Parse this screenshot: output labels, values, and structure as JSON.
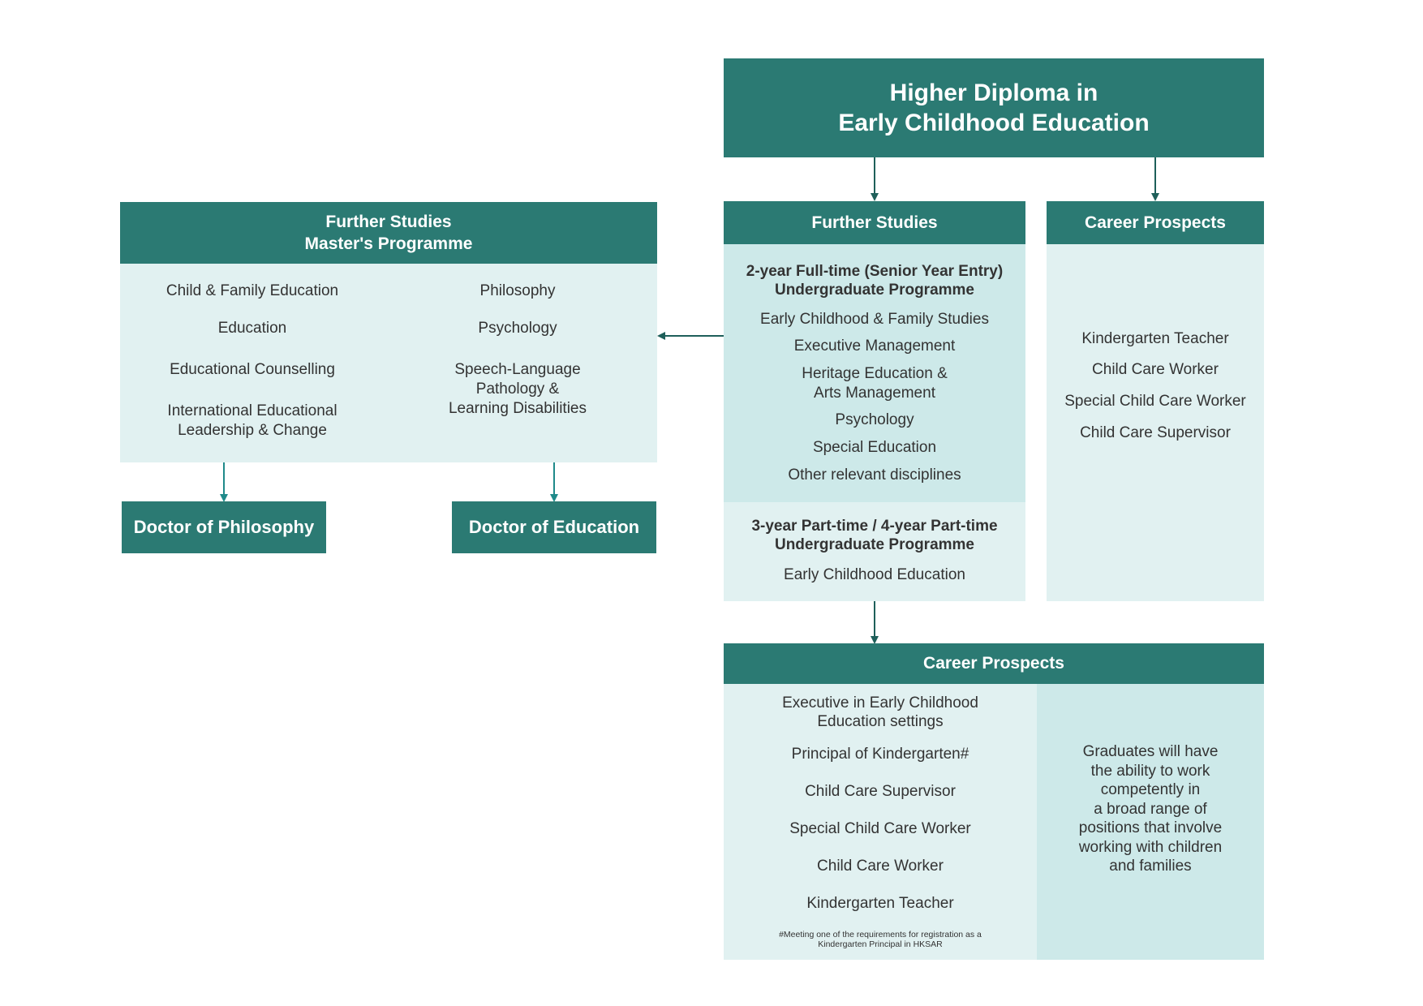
{
  "main_title": [
    "Higher Diploma in",
    "Early Childhood Education"
  ],
  "masters": {
    "header": [
      "Further Studies",
      "Master's Programme"
    ],
    "col1": [
      [
        "Child & Family Education"
      ],
      [
        "Education"
      ],
      [
        "Educational Counselling"
      ],
      [
        "International Educational",
        "Leadership & Change"
      ]
    ],
    "col2": [
      [
        "Philosophy"
      ],
      [
        "Psychology"
      ],
      [
        "Speech-Language",
        "Pathology &",
        "Learning Disabilities"
      ]
    ]
  },
  "doctor_philosophy": "Doctor of Philosophy",
  "doctor_education": "Doctor of Education",
  "further_studies": {
    "header": "Further Studies",
    "fulltime_title": [
      "2-year Full-time (Senior Year Entry)",
      "Undergraduate Programme"
    ],
    "fulltime_items": [
      [
        "Early Childhood & Family Studies"
      ],
      [
        "Executive Management"
      ],
      [
        "Heritage Education &",
        "Arts Management"
      ],
      [
        "Psychology"
      ],
      [
        "Special Education"
      ],
      [
        "Other relevant disciplines"
      ]
    ],
    "parttime_title": [
      "3-year Part-time / 4-year Part-time",
      "Undergraduate Programme"
    ],
    "parttime_items": [
      "Early Childhood Education"
    ]
  },
  "career_top": {
    "header": "Career Prospects",
    "items": [
      "Kindergarten Teacher",
      "Child Care Worker",
      "Special Child Care Worker",
      "Child Care Supervisor"
    ]
  },
  "career_bottom": {
    "header": "Career Prospects",
    "items": [
      [
        "Executive in Early Childhood",
        "Education settings"
      ],
      [
        "Principal of Kindergarten#"
      ],
      [
        "Child Care Supervisor"
      ],
      [
        "Special Child Care Worker"
      ],
      [
        "Child Care Worker"
      ],
      [
        "Kindergarten Teacher"
      ]
    ],
    "footnote": [
      "#Meeting one of the requirements for registration as a",
      "Kindergarten Principal in HKSAR"
    ],
    "description": [
      "Graduates will have",
      "the ability to work",
      "competently in",
      "a broad range of",
      "positions that involve",
      "working with children",
      "and families"
    ]
  },
  "colors": {
    "header": "#2b7a73",
    "light": "#e1f1f1",
    "mid": "#cde9e9",
    "arrow": "#1e5f5a"
  }
}
